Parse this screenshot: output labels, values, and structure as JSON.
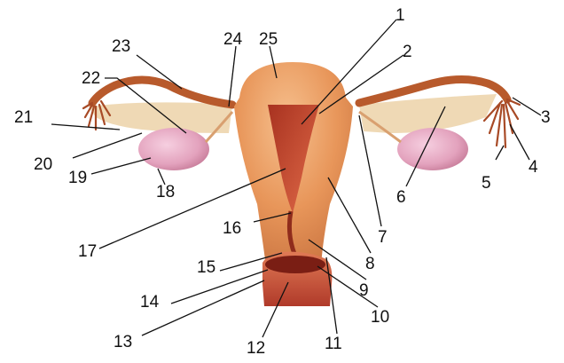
{
  "labels": {
    "l1": "1",
    "l2": "2",
    "l3": "3",
    "l4": "4",
    "l5": "5",
    "l6": "6",
    "l7": "7",
    "l8": "8",
    "l9": "9",
    "l10": "10",
    "l11": "11",
    "l12": "12",
    "l13": "13",
    "l14": "14",
    "l15": "15",
    "l16": "16",
    "l17": "17",
    "l18": "18",
    "l19": "19",
    "l20": "20",
    "l21": "21",
    "l22": "22",
    "l23": "23",
    "l24": "24",
    "l25": "25"
  },
  "colors": {
    "uterus_wall": "#e8965a",
    "uterus_highlight": "#f2b27c",
    "cavity": "#c84a2e",
    "tube": "#b85a2c",
    "ovary": "#e6a3b8",
    "ligament": "#ecd2a8",
    "vagina": "#c8503a"
  }
}
